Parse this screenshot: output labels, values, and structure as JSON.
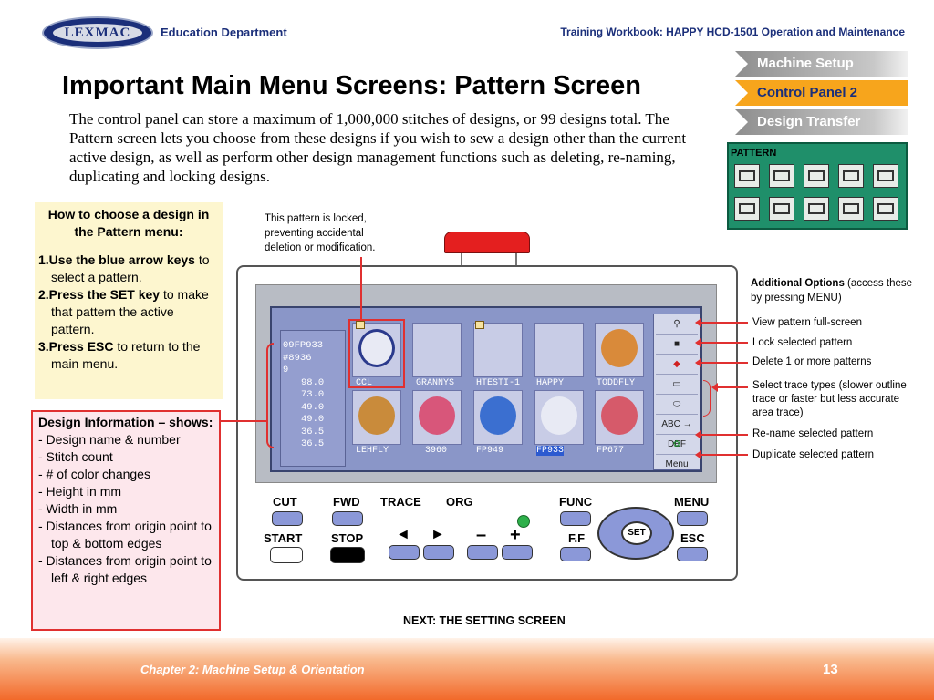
{
  "header": {
    "logo_text": "LEXMAC",
    "department": "Education Department",
    "workbook": "Training Workbook: HAPPY HCD-1501 Operation and Maintenance"
  },
  "title": "Important Main Menu Screens: Pattern Screen",
  "intro": "The control panel can store a maximum of 1,000,000 stitches of designs, or 99 designs total.  The Pattern screen lets you choose from these designs if you wish to sew a design other than the current active design, as well as perform other design management functions such as deleting, re-naming, duplicating and locking designs.",
  "nav_tabs": [
    {
      "label": "Machine Setup"
    },
    {
      "label": "Control Panel 2"
    },
    {
      "label": "Design Transfer"
    }
  ],
  "pattern_box": {
    "label": "PATTERN"
  },
  "howto": {
    "heading": "How to choose a design in the Pattern menu:",
    "step1_bold": "1.Use the blue arrow keys",
    "step1_rest": " to select a pattern.",
    "step2_bold": "2.Press the SET key",
    "step2_rest": " to make that pattern the active pattern.",
    "step3_bold": "3.Press ESC",
    "step3_rest": " to return to the main menu."
  },
  "design_info": {
    "heading": "Design Information – shows:",
    "items": [
      "- Design name & number",
      "- Stitch count",
      "- # of color changes",
      "- Height in mm",
      "- Width in mm",
      "- Distances from origin point to top & bottom edges",
      "- Distances from origin point to left & right edges"
    ]
  },
  "locked_note": "This pattern is locked, preventing accidental deletion or modification.",
  "screen": {
    "stats": [
      "09FP933",
      "#8936",
      "9",
      "98.0",
      "73.0",
      "49.0",
      "49.0",
      "36.5",
      "36.5"
    ],
    "thumbs_row1": [
      "CCL",
      "GRANNYS",
      "HTESTI-1",
      "HAPPY",
      "TODDFLY"
    ],
    "thumbs_row2": [
      "LEHFLY",
      "3960",
      "FP949",
      "FP933",
      "FP677"
    ],
    "side_buttons": [
      "",
      "",
      "",
      "",
      "",
      "ABC → DEF",
      "",
      "Menu"
    ]
  },
  "keys": {
    "cut": "CUT",
    "fwd": "FWD",
    "trace": "TRACE",
    "org": "ORG",
    "func": "FUNC",
    "menu": "MENU",
    "start": "START",
    "stop": "STOP",
    "ff": "F.F",
    "esc": "ESC",
    "set": "SET",
    "left": "◄",
    "right": "►",
    "minus": "–",
    "plus": "+"
  },
  "options": {
    "title_bold": "Additional Options",
    "title_rest": " (access these by pressing MENU)",
    "items": [
      "View pattern full-screen",
      "Lock selected pattern",
      "Delete 1 or more patterns",
      "Select trace types (slower outline trace or faster but less accurate area trace)",
      "Re-name selected pattern",
      "Duplicate selected pattern"
    ]
  },
  "next": "NEXT: THE SETTING SCREEN",
  "footer": {
    "chapter": "Chapter 2:  Machine Setup & Orientation",
    "page": "13"
  }
}
